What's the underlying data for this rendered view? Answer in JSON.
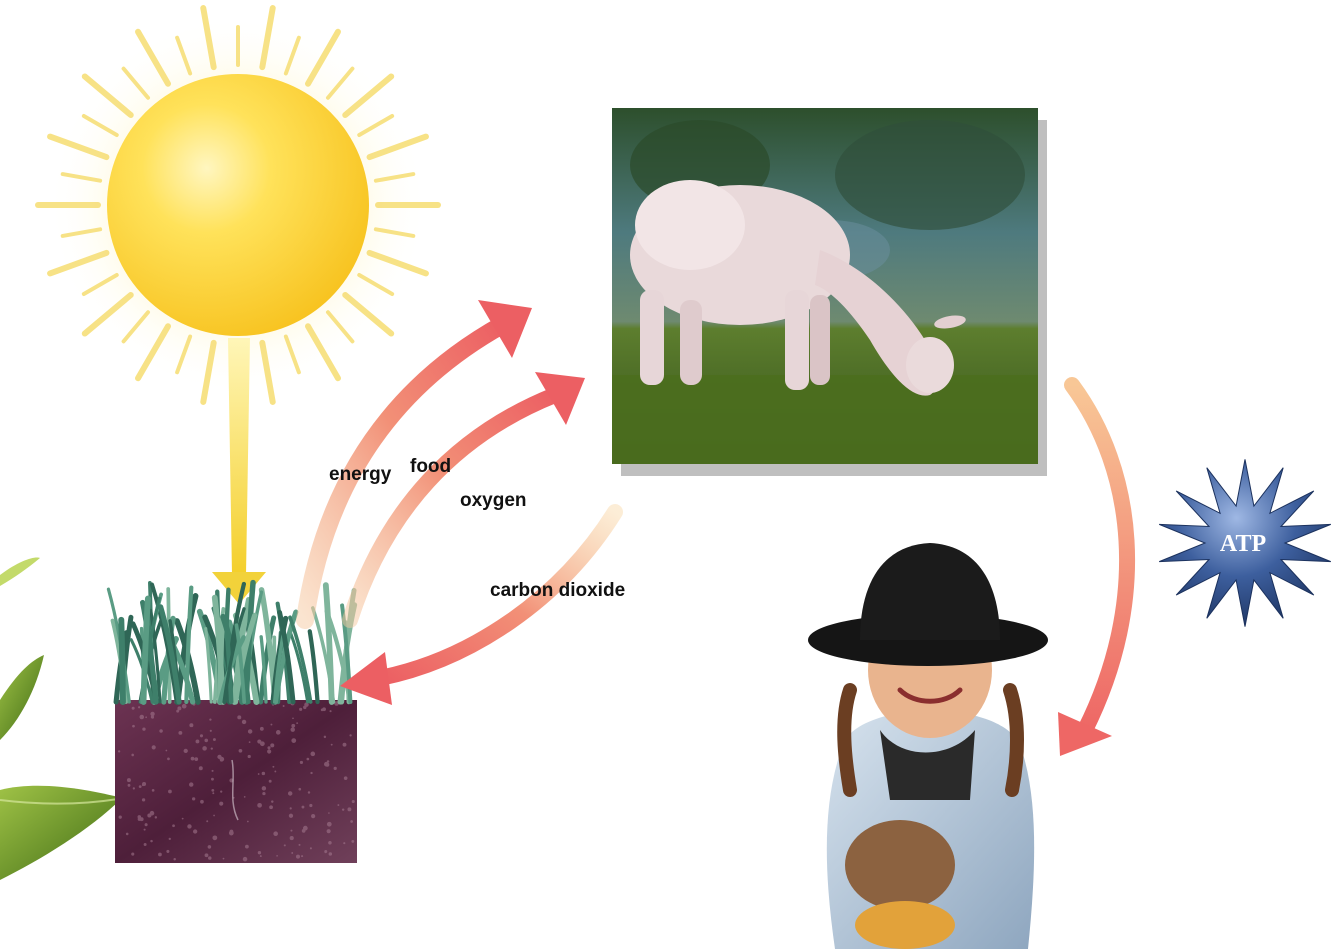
{
  "diagram": {
    "labels": {
      "energy": "energy",
      "food": "food",
      "oxygen": "oxygen",
      "carbon_dioxide": "carbon dioxide",
      "atp": "ATP"
    },
    "nodes": [
      "sun-icon",
      "grass-soil-block",
      "lamb-photo",
      "girl-photo",
      "atp-starburst",
      "leaf-icon"
    ],
    "colors": {
      "sun": "#FFD23A",
      "sun_rays": "#F7DF7A",
      "energy_arrow": "#F2D23A",
      "flow_arrow": "#EE6E6B",
      "flow_arrow_fade": "#F6B88C",
      "soil": "#5E2A45",
      "grass": "#3E7F6A",
      "atp_star": "#2E4F8E",
      "leaf": "#5C8A1E"
    }
  }
}
